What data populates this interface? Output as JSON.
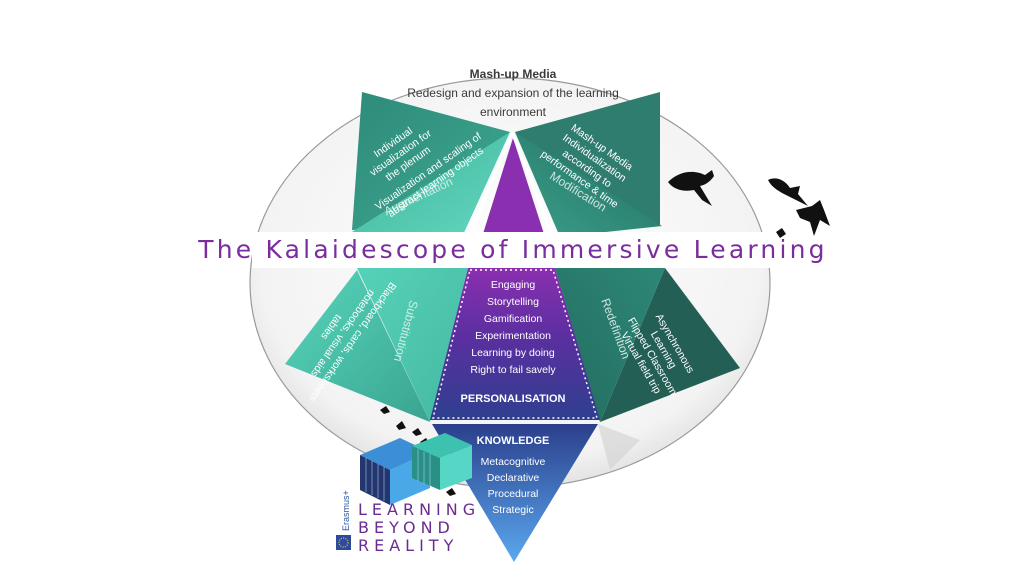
{
  "header": {
    "title": "Mash-up Media",
    "subtitle_line1": "Redesign and expansion of the learning",
    "subtitle_line2": "environment"
  },
  "banner": {
    "title": "The Kalaidescope of Immersive Learning"
  },
  "segments": {
    "augmentation": "Augmentation",
    "modification": "Modification",
    "substitution": "Substitution",
    "redefinition": "Redefinition"
  },
  "upper_left_panel": {
    "lines": [
      "Individual",
      "visualization for",
      "the plenum",
      "Visualization and scaling of",
      "abstract learning objects"
    ]
  },
  "upper_right_panel": {
    "lines": [
      "Mash-up Media",
      "Individualization",
      "according to",
      "performance & time"
    ]
  },
  "left_panel": {
    "lines": [
      "Blackboard, cards, worksheets",
      "notebooks, visual aids,",
      "tables"
    ]
  },
  "right_panel": {
    "lines": [
      "Asynchronous",
      "Learning",
      "Flipped Classroom",
      "Virtual field trip"
    ]
  },
  "center": {
    "items": [
      "Engaging",
      "Storytelling",
      "Gamification",
      "Experimentation",
      "Learning by doing",
      "Right to fail savely"
    ],
    "heading": "PERSONALISATION"
  },
  "bottom": {
    "heading": "KNOWLEDGE",
    "items": [
      "Metacognitive",
      "Declarative",
      "Procedural",
      "Strategic"
    ]
  },
  "logo": {
    "line1": "LEARNING",
    "line2": "BEYOND",
    "line3": "REALITY",
    "program": "Erasmus+"
  },
  "colors": {
    "dark_teal": "#2f7d6f",
    "mid_teal": "#3aa08c",
    "light_teal": "#5fd1b8",
    "purple": "#7a2d9c",
    "indigo": "#3e2f8f",
    "blue_bottom": "#4fa0e6"
  }
}
